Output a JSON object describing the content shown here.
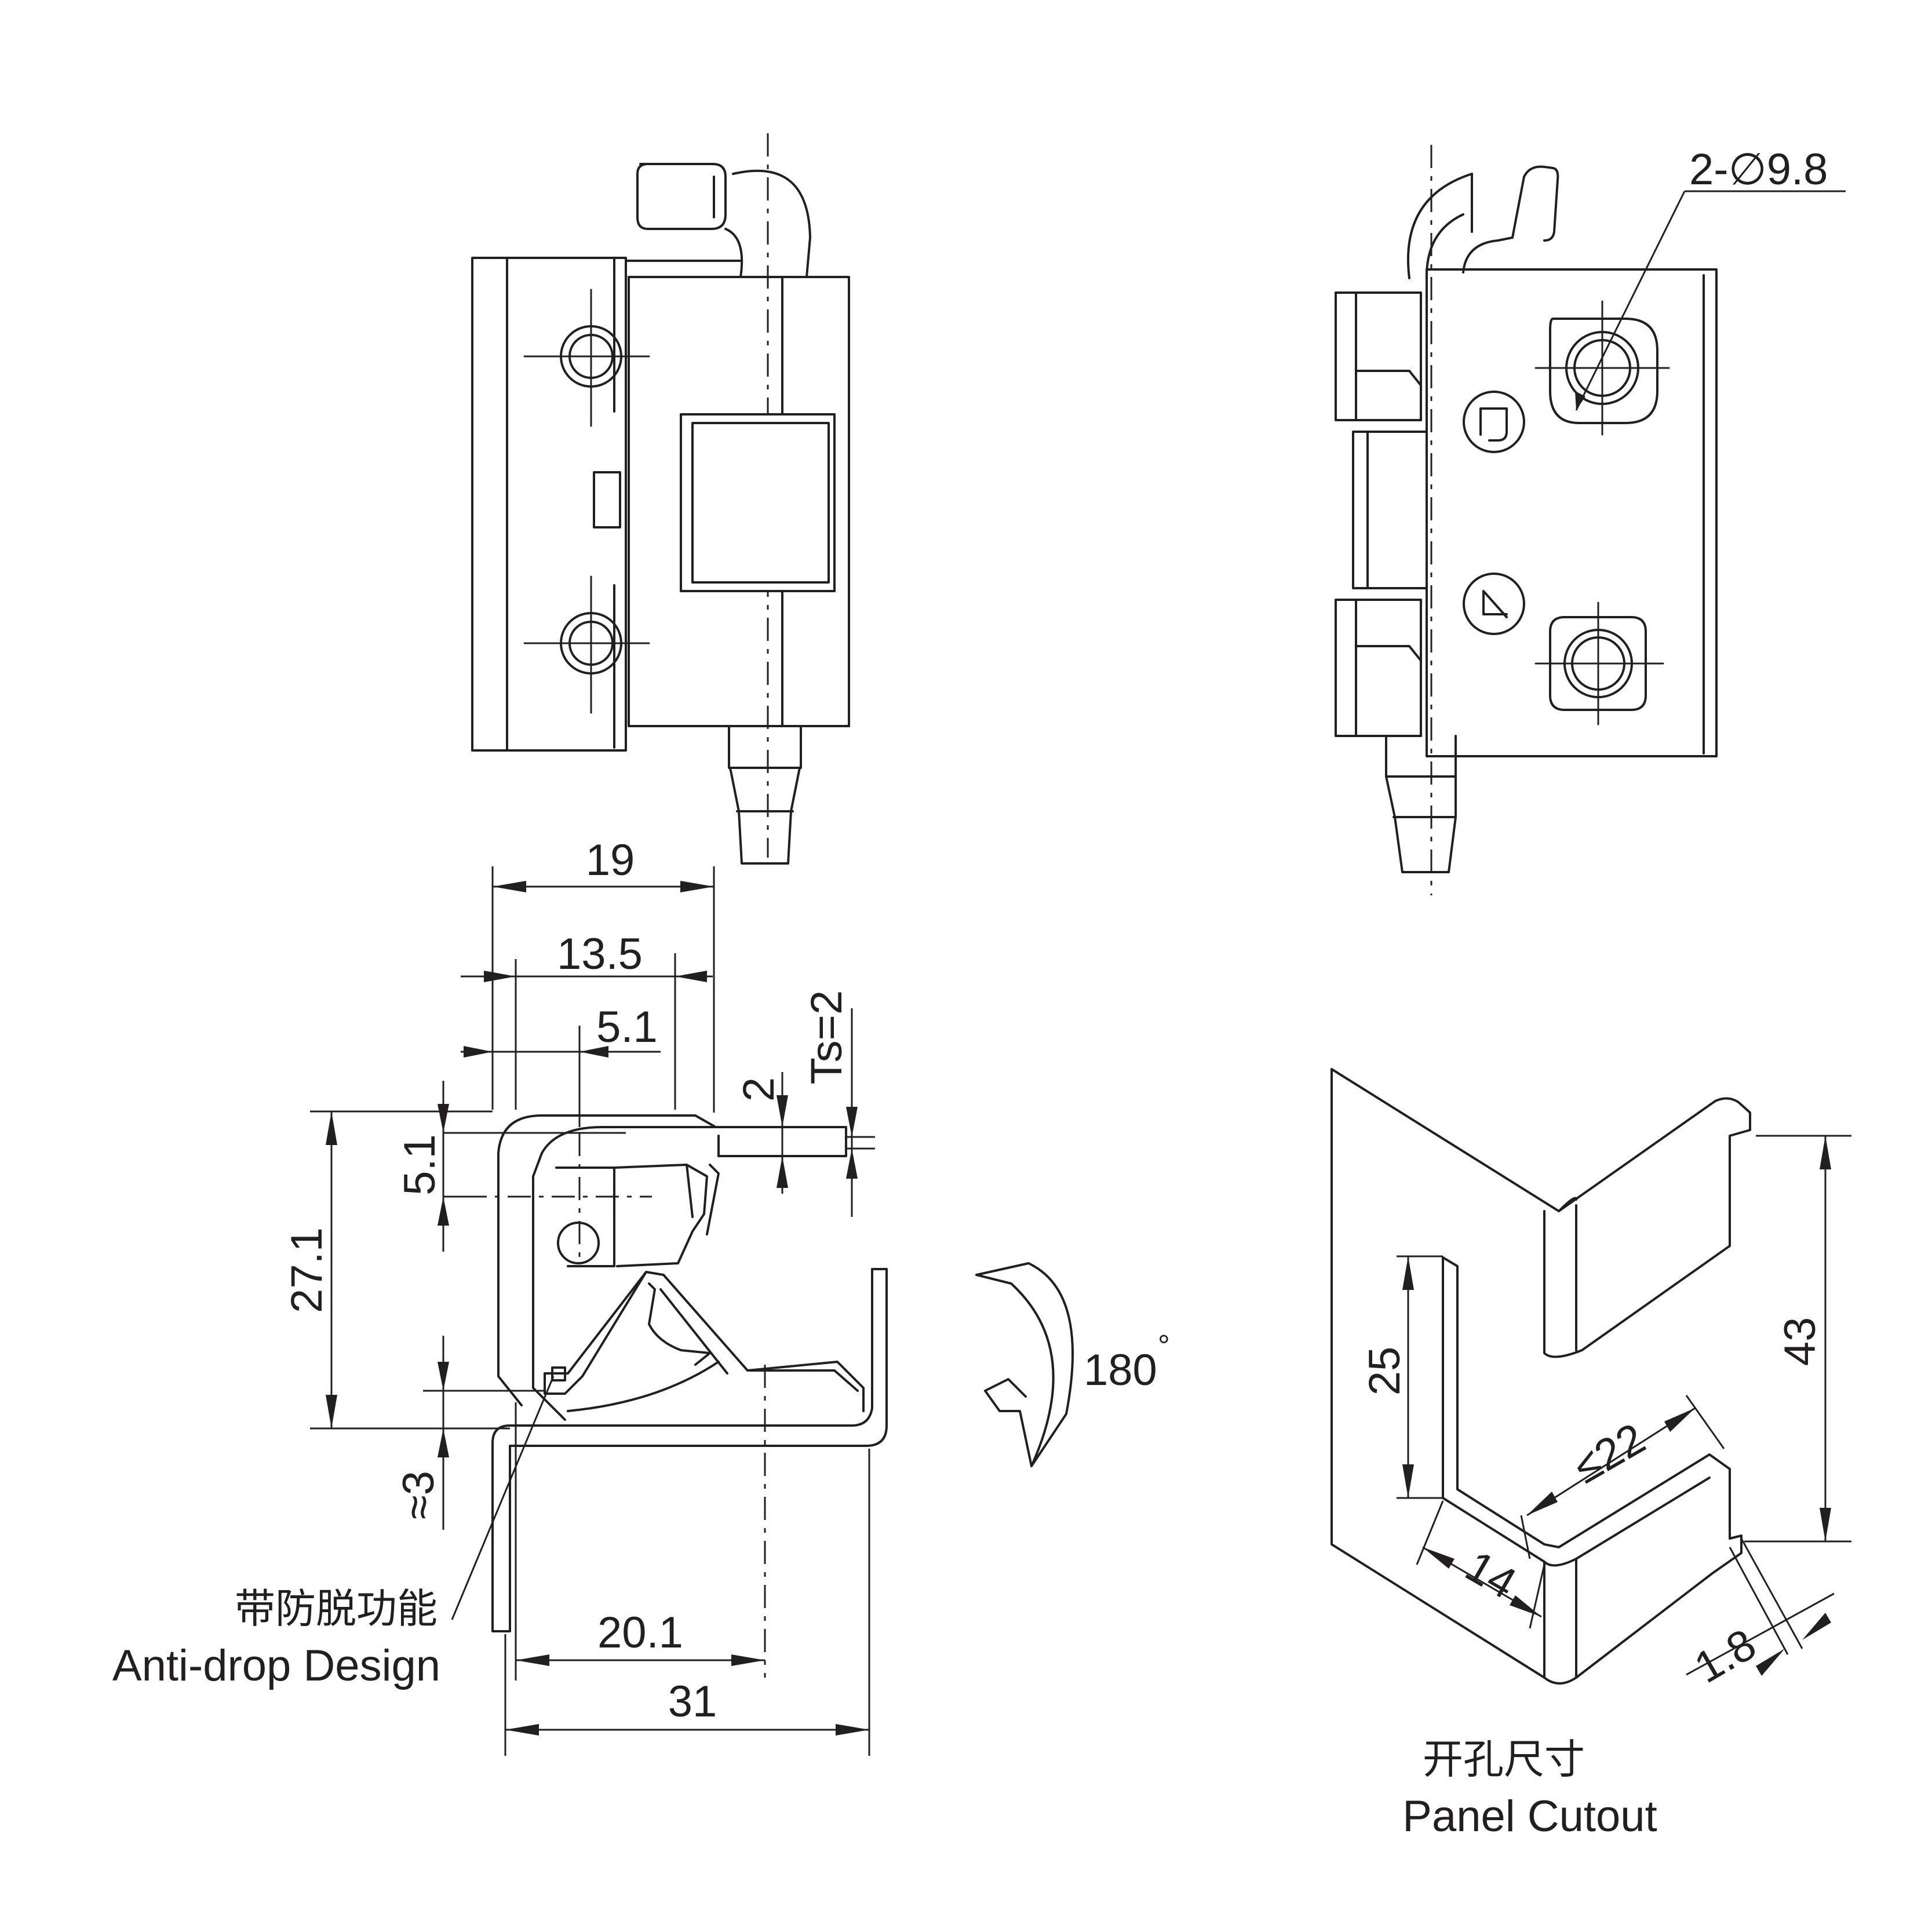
{
  "dimensions": {
    "top_width": "19",
    "width_13_5": "13.5",
    "width_5_1": "5.1",
    "thickness_2": "2",
    "ts": "Ts=2",
    "height_5_1": "5.1",
    "height_27_1": "27.1",
    "approx_3": "≈3",
    "width_20_1": "20.1",
    "width_31": "31",
    "rotation": "180",
    "degree": "°",
    "hole_spec": "2-∅9.8",
    "cutout_25": "25",
    "cutout_43": "43",
    "cutout_22": "≤22",
    "cutout_14": "14",
    "cutout_1_8": "1.8"
  },
  "labels": {
    "anti_drop_zh": "带防脱功能",
    "anti_drop_en": "Anti-drop Design",
    "panel_cutout_zh": "开孔尺寸",
    "panel_cutout_en": "Panel Cutout"
  },
  "icons": {
    "unlock_symbol": "b",
    "lock_symbol": "1"
  }
}
